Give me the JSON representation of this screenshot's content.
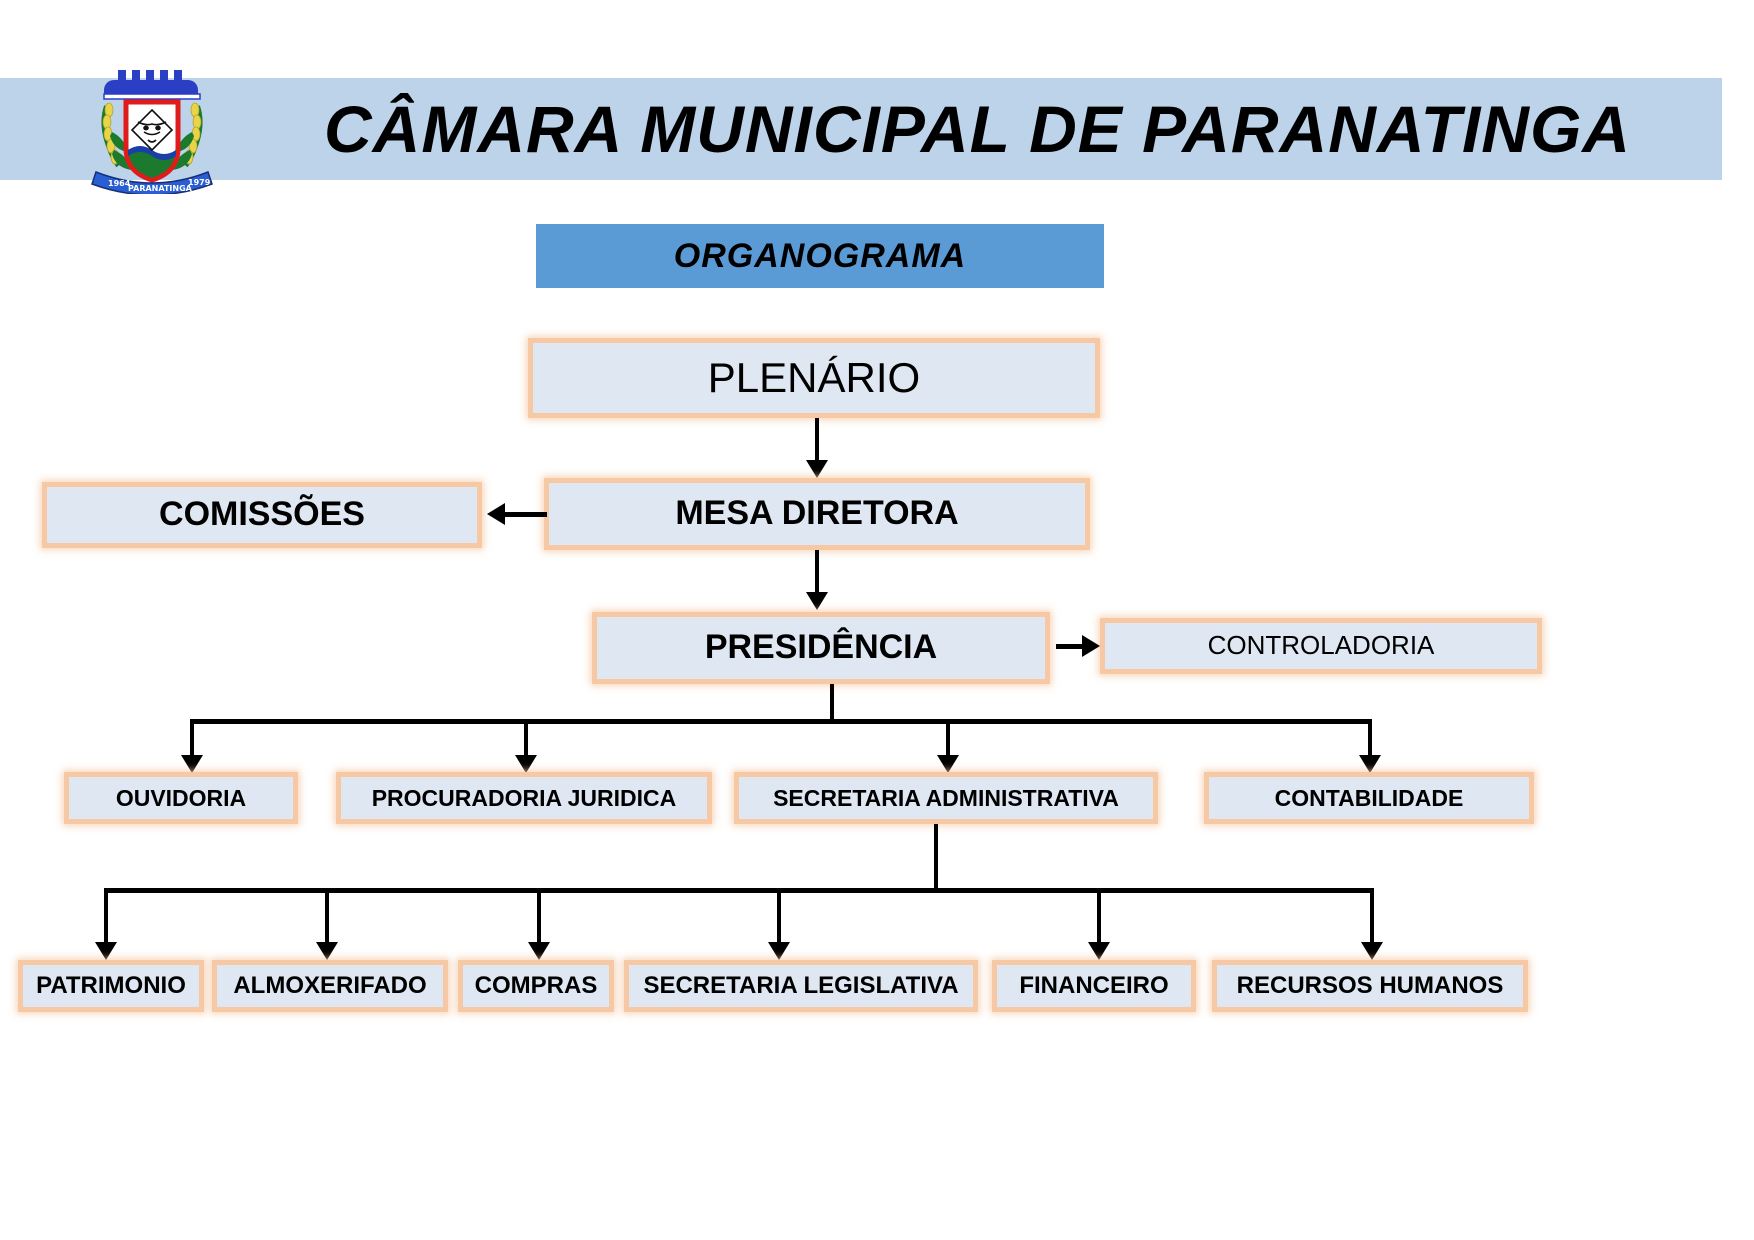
{
  "header": {
    "title": "CÂMARA MUNICIPAL DE PARANATINGA",
    "band_color": "#BDD3EA",
    "crest": {
      "name": "paranatinga-coat-of-arms",
      "banner_left_year": "1964",
      "banner_city": "PARANATINGA",
      "banner_right_year": "1979"
    }
  },
  "chart_title": {
    "label": "ORGANOGRAMA",
    "background": "#5B9BD5"
  },
  "style": {
    "node_fill": "#DEE7F2",
    "node_border": "#F6C8A4",
    "connector_color": "#000000"
  },
  "nodes": {
    "plenario": "PLENÁRIO",
    "mesa_diretora": "MESA DIRETORA",
    "comissoes": "COMISSÕES",
    "presidencia": "PRESIDÊNCIA",
    "controladoria": "CONTROLADORIA"
  },
  "level4": [
    {
      "label": "OUVIDORIA"
    },
    {
      "label": "PROCURADORIA JURIDICA"
    },
    {
      "label": "SECRETARIA ADMINISTRATIVA"
    },
    {
      "label": "CONTABILIDADE"
    }
  ],
  "level5": [
    {
      "label": "PATRIMONIO"
    },
    {
      "label": "ALMOXERIFADO"
    },
    {
      "label": "COMPRAS"
    },
    {
      "label": "SECRETARIA LEGISLATIVA"
    },
    {
      "label": "FINANCEIRO"
    },
    {
      "label": "RECURSOS HUMANOS"
    }
  ]
}
